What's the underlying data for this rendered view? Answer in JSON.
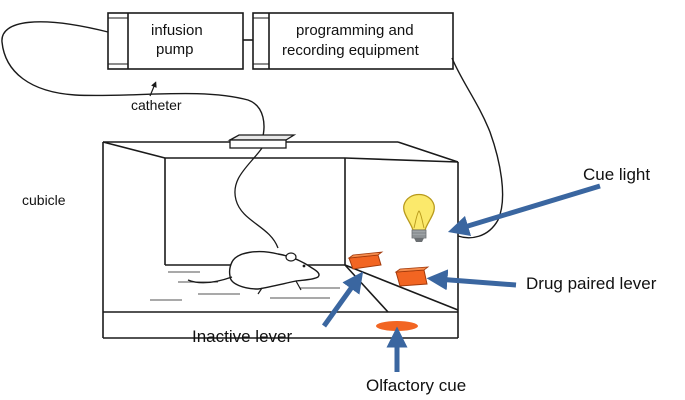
{
  "labels": {
    "infusion_pump_line1": "infusion",
    "infusion_pump_line2": "pump",
    "equipment_line1": "programming and",
    "equipment_line2": "recording equipment",
    "catheter": "catheter",
    "cubicle": "cubicle",
    "cue_light": "Cue light",
    "drug_paired_lever": "Drug paired lever",
    "inactive_lever": "Inactive lever",
    "olfactory_cue": "Olfactory cue"
  },
  "colors": {
    "line": "#1a1a1a",
    "arrow": "#3a66a0",
    "lever": "#f26522",
    "lever_edge": "#a33a0b",
    "olfactory": "#f26522",
    "bulb": "#fbe96b",
    "bulb_edge": "#b89a1c",
    "bulb_base": "#9ea3a6"
  },
  "icons": {
    "rat": "rat-icon",
    "bulb": "light-bulb-icon"
  }
}
